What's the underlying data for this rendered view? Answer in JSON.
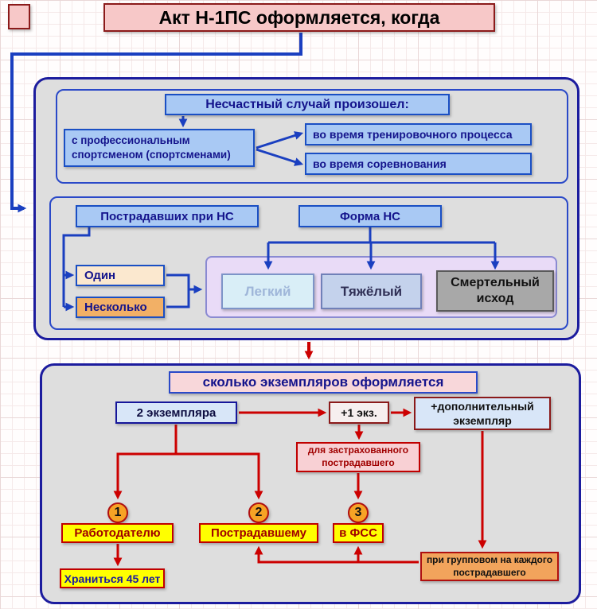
{
  "title": "Акт Н-1ПС оформляется, когда",
  "accident": {
    "header": "Несчастный случай произошел:",
    "subject": "с профессиональным спортсменом (спортсменами)",
    "conditions": [
      "во время тренировочного процесса",
      "во время соревнования"
    ],
    "victims": {
      "header": "Пострадавших при НС",
      "options": [
        "Один",
        "Несколько"
      ]
    },
    "form": {
      "header": "Форма НС",
      "options": [
        "Легкий",
        "Тяжёлый",
        "Смертельный исход"
      ]
    }
  },
  "copies": {
    "header": "сколько экземпляров оформляется",
    "base": "2 экземпляра",
    "plus_one": "+1 экз.",
    "additional": "+дополнительный экземпляр",
    "insured": "для застрахованного пострадавшего",
    "recipients": [
      {
        "num": "1",
        "label": "Работодателю",
        "note": "Храниться 45 лет"
      },
      {
        "num": "2",
        "label": "Пострадавшему"
      },
      {
        "num": "3",
        "label": "в ФСС"
      }
    ],
    "group_note": "при групповом на каждого пострадавшего"
  },
  "colors": {
    "container_border": "#1c1c9e",
    "blue_box_fill": "#a9c9f4",
    "blue_text": "#14148c",
    "blue_arrow": "#1a3fc0",
    "red_arrow": "#cc0000",
    "title_fill": "#f7c8c8",
    "gray_fill": "#dedede",
    "purple_fill": "#e9dbf7",
    "yellow_fill": "#ffff00",
    "orange_fill": "#f2a45c",
    "circle_fill": "#f7a325"
  }
}
